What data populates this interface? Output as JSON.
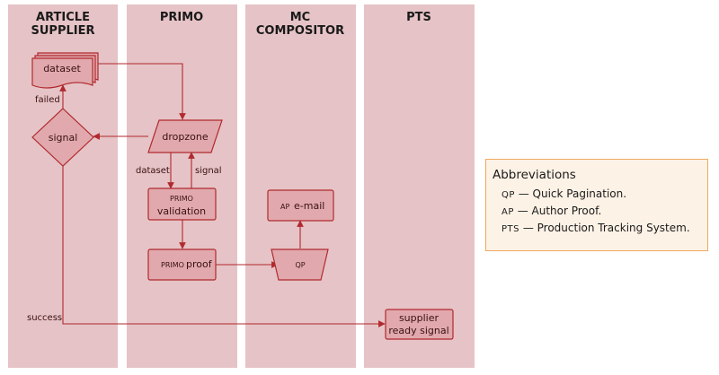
{
  "lanes": [
    {
      "title_line1": "ARTICLE",
      "title_line2": "SUPPLIER"
    },
    {
      "title_line1": "PRIMO",
      "title_line2": ""
    },
    {
      "title_line1": "MC",
      "title_line2": "COMPOSITOR"
    },
    {
      "title_line1": "PTS",
      "title_line2": ""
    }
  ],
  "nodes": {
    "dataset": "dataset",
    "signal": "signal",
    "dropzone": "dropzone",
    "validation_sc": "PRIMO",
    "validation": "validation",
    "proof_sc": "PRIMO",
    "proof": "proof",
    "qp": "QP",
    "email_sc": "AP",
    "email": "e-mail",
    "ready_line1": "supplier",
    "ready_line2": "ready signal"
  },
  "edge_labels": {
    "failed": "failed",
    "dataset": "dataset",
    "signal": "signal",
    "success": "success"
  },
  "legend": {
    "title": "Abbreviations",
    "items": [
      {
        "abbr": "QP",
        "text": "— Quick Pagination."
      },
      {
        "abbr": "AP",
        "text": "— Author Proof."
      },
      {
        "abbr": "PTS",
        "text": "— Production Tracking System."
      }
    ]
  },
  "colors": {
    "lane": "#e6c3c6",
    "node_fill": "#e1a9ad",
    "node_stroke": "#b02a2f",
    "legend_bg": "#fdf2e6",
    "legend_border": "#f0a860"
  }
}
